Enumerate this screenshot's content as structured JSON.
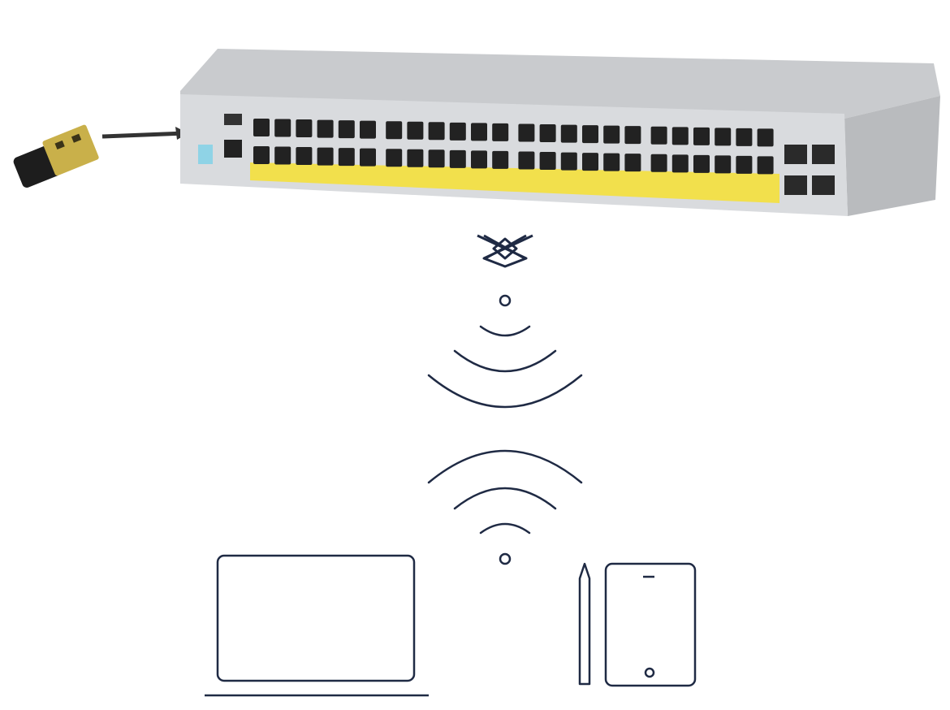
{
  "diagram": {
    "devices": [
      {
        "id": "usb-bluetooth-dongle",
        "kind": "usb-dongle"
      },
      {
        "id": "network-switch",
        "kind": "switch",
        "rj45_ports": 48,
        "uplink_ports": 4,
        "poe_band": true
      },
      {
        "id": "laptop",
        "kind": "laptop"
      },
      {
        "id": "stylus",
        "kind": "stylus"
      },
      {
        "id": "tablet",
        "kind": "tablet"
      }
    ],
    "links": [
      {
        "from": "usb-bluetooth-dongle",
        "to": "network-switch",
        "type": "arrow"
      },
      {
        "from": "network-switch",
        "to": "laptop",
        "type": "bluetooth-wireless"
      },
      {
        "from": "network-switch",
        "to": "tablet",
        "type": "bluetooth-wireless"
      }
    ],
    "icons": {
      "bluetooth": "bluetooth-icon",
      "wireless_out": "wireless-broadcast-icon",
      "wireless_in": "wireless-receive-icon"
    },
    "colors": {
      "line": "#1f2a44",
      "switch_body": "#d9dbde",
      "switch_top": "#c9cbce",
      "poe_band": "#f2e04c",
      "port": "#222222",
      "console_port": "#8fd3e6",
      "dongle_gold": "#c9b04a"
    }
  }
}
